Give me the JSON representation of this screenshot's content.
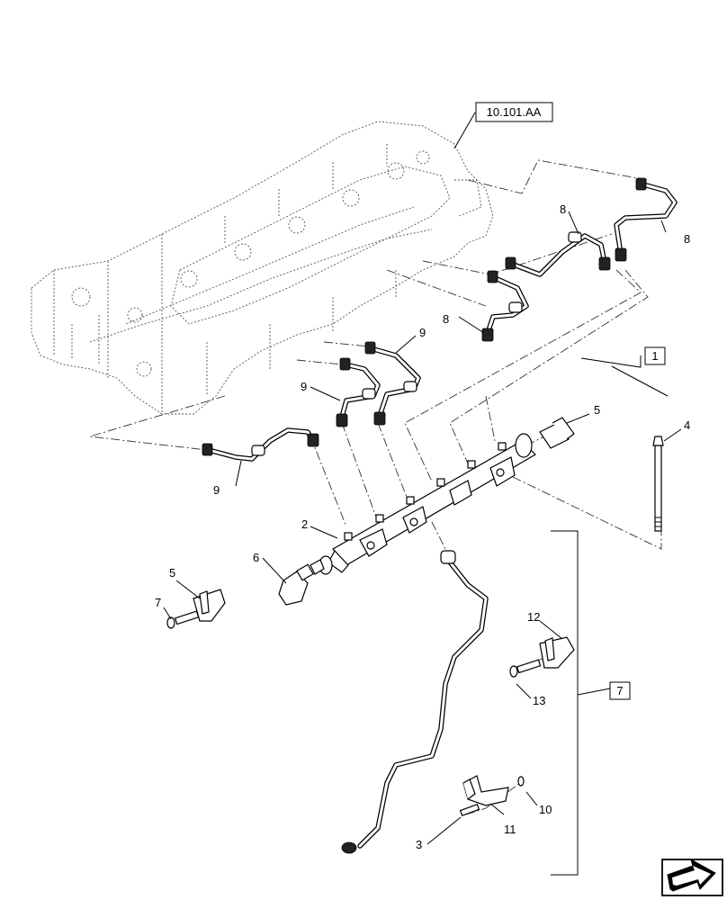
{
  "diagram": {
    "references": {
      "engine": "10.101.AA",
      "group_1": "1",
      "group_7": "7"
    },
    "callouts": [
      {
        "id": "c8a",
        "text": "8"
      },
      {
        "id": "c8b",
        "text": "8"
      },
      {
        "id": "c8c",
        "text": "8"
      },
      {
        "id": "c9a",
        "text": "9"
      },
      {
        "id": "c9b",
        "text": "9"
      },
      {
        "id": "c9c",
        "text": "9"
      },
      {
        "id": "c5a",
        "text": "5"
      },
      {
        "id": "c4",
        "text": "4"
      },
      {
        "id": "c2",
        "text": "2"
      },
      {
        "id": "c6",
        "text": "6"
      },
      {
        "id": "c5b",
        "text": "5"
      },
      {
        "id": "c7",
        "text": "7"
      },
      {
        "id": "c12",
        "text": "12"
      },
      {
        "id": "c13",
        "text": "13"
      },
      {
        "id": "c10",
        "text": "10"
      },
      {
        "id": "c11",
        "text": "11"
      },
      {
        "id": "c3",
        "text": "3"
      }
    ],
    "nav_icon": "next-page-arrow-icon"
  }
}
